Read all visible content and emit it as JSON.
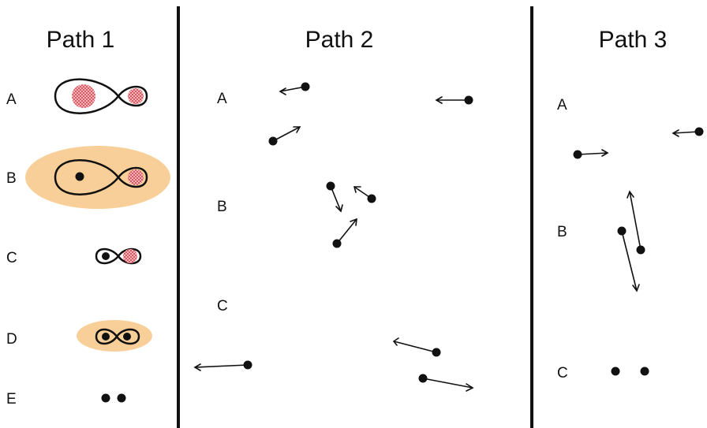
{
  "titles": {
    "path1": "Path 1",
    "path2": "Path 2",
    "path3": "Path 3"
  },
  "path1": {
    "labels": [
      "A",
      "B",
      "C",
      "D",
      "E"
    ]
  },
  "path2": {
    "labels": [
      "A",
      "B",
      "C"
    ]
  },
  "path3": {
    "labels": [
      "A",
      "B",
      "C"
    ]
  },
  "colors": {
    "ink": "#111111",
    "halo": "#f8cf98",
    "hatch": "#e0505a"
  }
}
